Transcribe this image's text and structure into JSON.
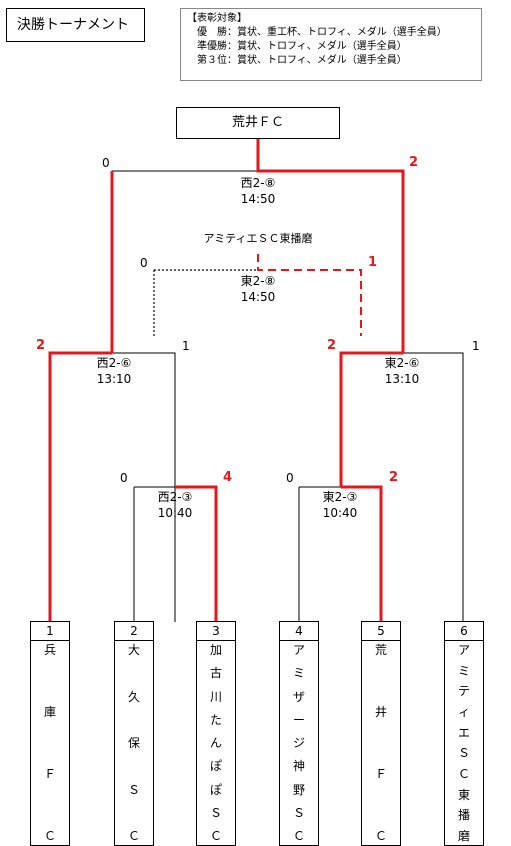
{
  "title": "決勝トーナメント",
  "awards": {
    "heading": "【表彰対象】",
    "lines": [
      "優　勝：賞状、重工杯、トロフィ、メダル（選手全員）",
      "準優勝：賞状、トロフィ、メダル（選手全員）",
      "第３位：賞状、トロフィ、メダル（選手全員）"
    ]
  },
  "winner": "荒井ＦＣ",
  "final": {
    "venue": "西2-⑧",
    "time": "14:50",
    "score_left": "0",
    "score_right": "2"
  },
  "third_place": {
    "winner": "アミティエＳＣ東播磨",
    "venue": "東2-⑧",
    "time": "14:50",
    "score_left": "0",
    "score_right": "1"
  },
  "semi_left": {
    "venue": "西2-⑥",
    "time": "13:10",
    "score_left": "2",
    "score_right": "1"
  },
  "semi_right": {
    "venue": "東2-⑥",
    "time": "13:10",
    "score_left": "2",
    "score_right": "1"
  },
  "qf_left": {
    "venue": "西2-③",
    "time": "10:40",
    "score_left": "0",
    "score_right": "4"
  },
  "qf_right": {
    "venue": "東2-③",
    "time": "10:40",
    "score_left": "0",
    "score_right": "2"
  },
  "teams": [
    {
      "num": "1",
      "chars": [
        "兵",
        "庫",
        "Ｆ",
        "Ｃ"
      ]
    },
    {
      "num": "2",
      "chars": [
        "大",
        "久",
        "保",
        "Ｓ",
        "Ｃ"
      ]
    },
    {
      "num": "3",
      "chars": [
        "加",
        "古",
        "川",
        "た",
        "ん",
        "ぽ",
        "ぽ",
        "Ｓ",
        "Ｃ"
      ]
    },
    {
      "num": "4",
      "chars": [
        "ア",
        "ミ",
        "ザ",
        "ー",
        "ジ",
        "神",
        "野",
        "Ｓ",
        "Ｃ"
      ]
    },
    {
      "num": "5",
      "chars": [
        "荒",
        "井",
        "Ｆ",
        "Ｃ"
      ]
    },
    {
      "num": "6",
      "chars": [
        "ア",
        "ミ",
        "テ",
        "ィ",
        "エ",
        "Ｓ",
        "Ｃ",
        "東",
        "播",
        "磨"
      ]
    }
  ],
  "colors": {
    "win_line": "#e4171c",
    "line": "#000000"
  }
}
